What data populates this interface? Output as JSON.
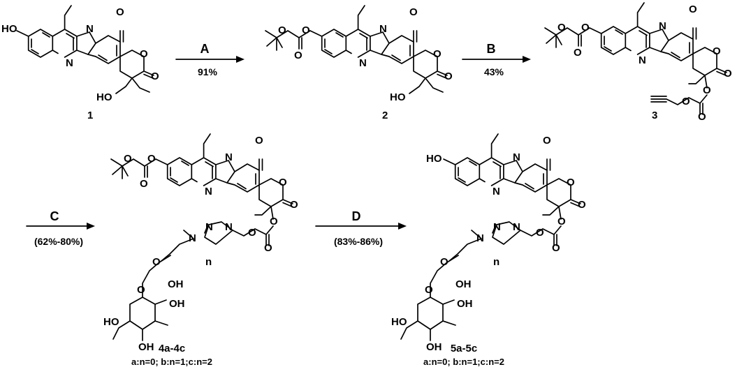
{
  "steps": [
    {
      "letter": "A",
      "yield": "91%"
    },
    {
      "letter": "B",
      "yield": "43%"
    },
    {
      "letter": "C",
      "yield": "(62%-80%)"
    },
    {
      "letter": "D",
      "yield": "(83%-86%)"
    }
  ],
  "compounds": [
    {
      "id": "1",
      "subtitle": ""
    },
    {
      "id": "2",
      "subtitle": ""
    },
    {
      "id": "3",
      "subtitle": ""
    },
    {
      "id": "4a-4c",
      "subtitle": "a:n=0; b:n=1;c:n=2"
    },
    {
      "id": "5a-5c",
      "subtitle": "a:n=0; b:n=1;c:n=2"
    }
  ],
  "atom_labels": {
    "oxygen": "O",
    "nitrogen": "N",
    "hydroxyl_left": "HO",
    "hydroxyl_right": "OH",
    "repeat_index": "n"
  },
  "colors": {
    "ink": "#000000",
    "background": "#ffffff"
  }
}
